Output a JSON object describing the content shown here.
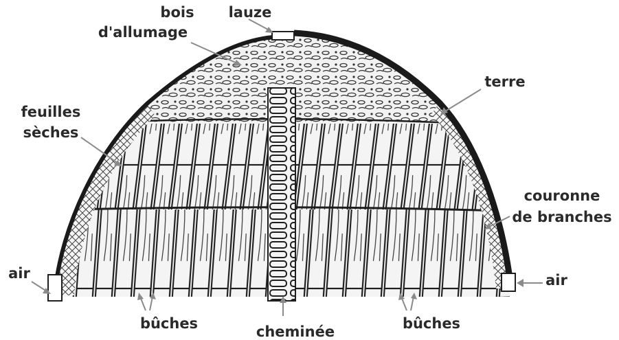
{
  "labels": {
    "bois_line1": "bois",
    "bois_line2": "d'allumage",
    "lauze": "lauze",
    "terre": "terre",
    "feuilles_line1": "feuilles",
    "feuilles_line2": "sèches",
    "couronne_line1": "couronne",
    "couronne_line2": "de branches",
    "air_left": "air",
    "air_right": "air",
    "buches_left": "bûches",
    "cheminee": "cheminée",
    "buches_right": "bûches"
  },
  "colors": {
    "ink": "#222222",
    "arrow": "#8a8a8a",
    "wood": "#f4f4f4"
  }
}
